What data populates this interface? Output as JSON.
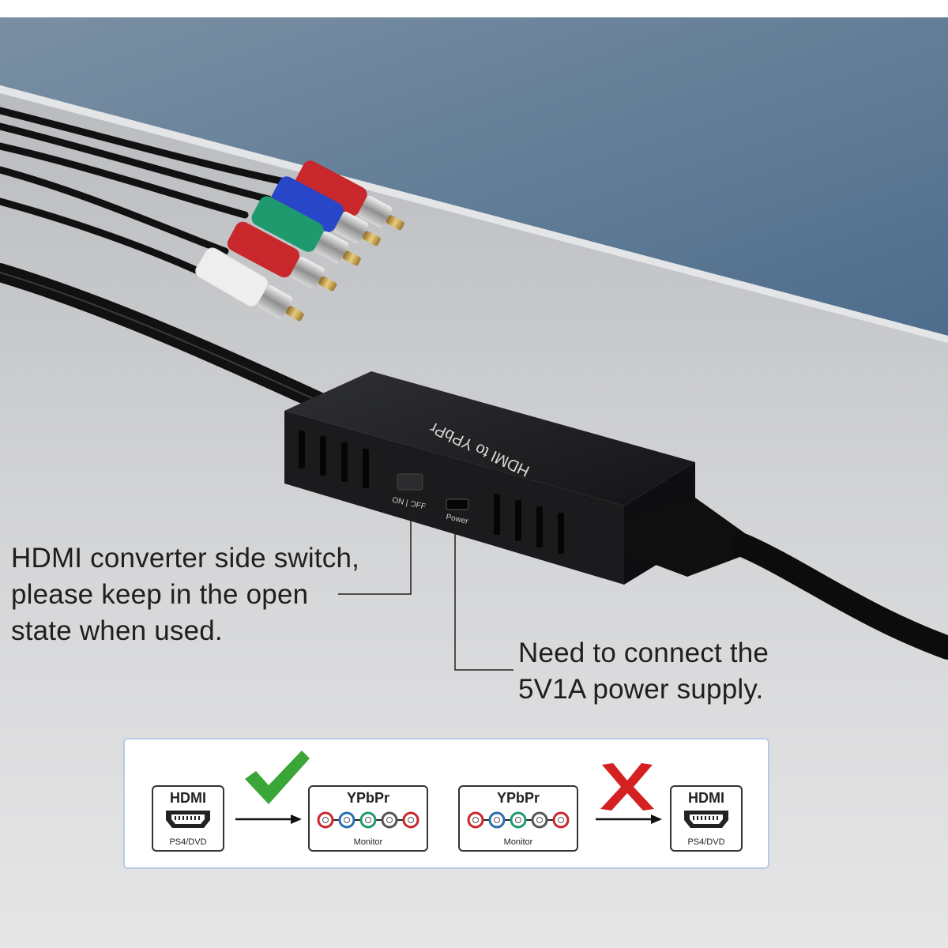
{
  "product": {
    "label": "HDMI to YPbPr",
    "switch_label": "ON | OFF",
    "power_port_label": "Power"
  },
  "annotations": {
    "switch_note": [
      "HDMI converter side switch,",
      "please keep in the open",
      "state when used."
    ],
    "power_note": [
      "Need to connect the",
      "5V1A power supply."
    ]
  },
  "compatibility": {
    "supported": {
      "source": {
        "name": "HDMI",
        "sub": "PS4/DVD"
      },
      "target": {
        "name": "YPbPr",
        "sub": "Monitor"
      },
      "mark": "check-mark-icon"
    },
    "unsupported": {
      "source": {
        "name": "YPbPr",
        "sub": "Monitor"
      },
      "target": {
        "name": "HDMI",
        "sub": "PS4/DVD"
      },
      "mark": "x-mark-icon"
    }
  },
  "colors": {
    "wall": "#5f7d99",
    "surface": "#c9cacc",
    "plug_red": "#c8282c",
    "plug_blue": "#2846c8",
    "plug_green": "#1f9a6e",
    "plug_white": "#eeeeee",
    "connector_gold": "#c9a24a",
    "check_green": "#3aa637",
    "cross_red": "#d42020",
    "frame_border": "#b8cbe2"
  }
}
